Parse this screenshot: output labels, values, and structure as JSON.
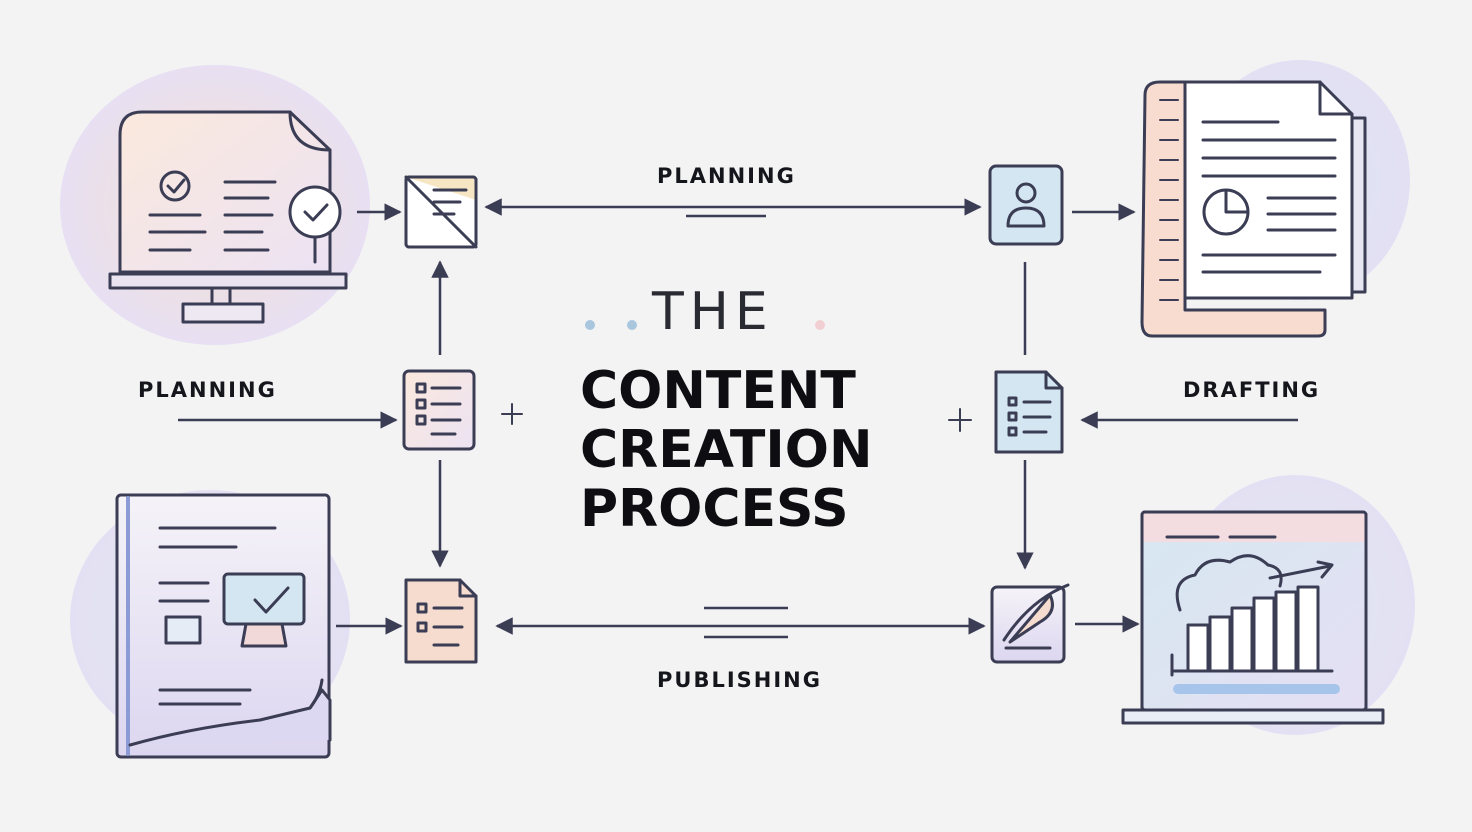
{
  "labels": {
    "top": "PLANNING",
    "left": "PLANNING",
    "right": "DRAFTING",
    "bottom": "PUBLISHING"
  },
  "title": {
    "the": "THE",
    "line1": "CONTENT",
    "line2": "CREATION",
    "line3": "PROCESS"
  },
  "colors": {
    "stroke": "#3b3d55",
    "peach": "#f6dccf",
    "blue": "#d3e6f1",
    "lavender": "#e2dcf2",
    "background": "#f3f3f4"
  }
}
